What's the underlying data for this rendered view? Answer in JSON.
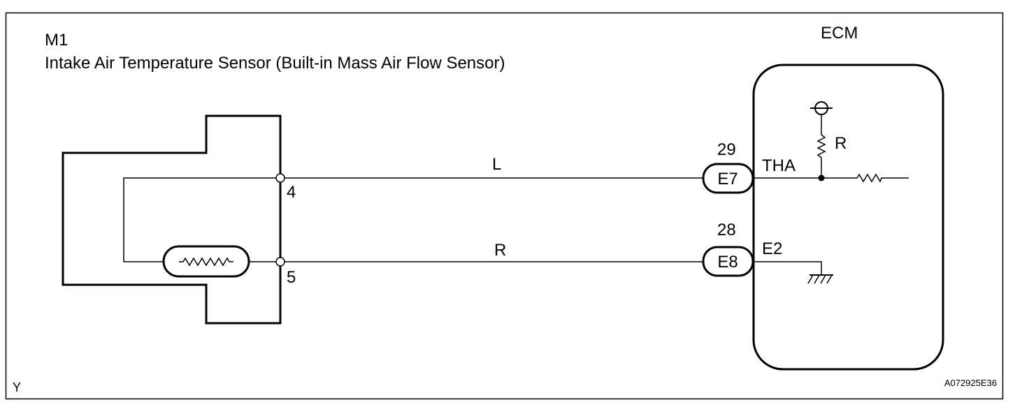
{
  "sensor": {
    "code": "M1",
    "name": "Intake Air Temperature Sensor  (Built-in Mass Air Flow Sensor)",
    "terminal_top": "4",
    "terminal_bottom": "5"
  },
  "ecm": {
    "title": "ECM",
    "pin_top": "29",
    "pin_bottom": "28",
    "connector_top": "E7",
    "connector_bottom": "E8",
    "signal_top": "THA",
    "signal_bottom": "E2",
    "pullup_label": "R"
  },
  "wires": {
    "top_color": "L",
    "bottom_color": "R"
  },
  "footer": {
    "left_code": "Y",
    "figure_id": "A072925E36"
  }
}
